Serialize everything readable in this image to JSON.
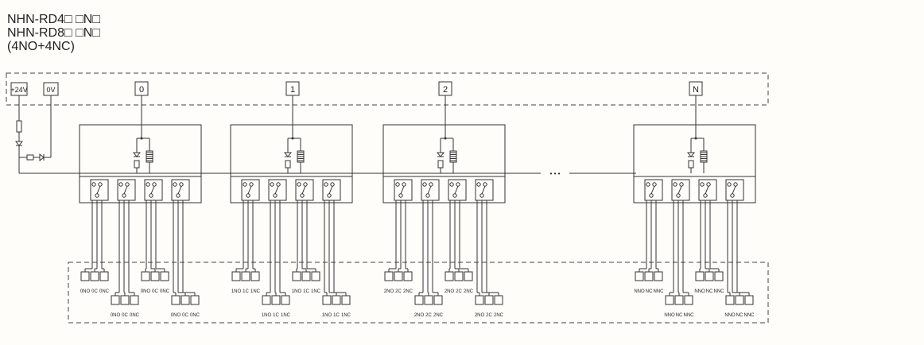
{
  "title_lines": [
    "NHN-RD4□ □N□",
    "NHN-RD8□ □N□",
    "(4NO+4NC)"
  ],
  "supply": {
    "plus": "+24V",
    "zero": "0V"
  },
  "ellipsis": "•  •  •",
  "modules": [
    {
      "id": "0",
      "upper": [
        [
          "0NO",
          "0C",
          "0NC"
        ],
        [
          "0NO",
          "0C",
          "0NC"
        ]
      ],
      "lower": [
        [
          "0NO",
          "0C",
          "0NC"
        ],
        [
          "0NO",
          "0C",
          "0NC"
        ]
      ]
    },
    {
      "id": "1",
      "upper": [
        [
          "1NO",
          "1C",
          "1NC"
        ],
        [
          "1NO",
          "1C",
          "1NC"
        ]
      ],
      "lower": [
        [
          "1NO",
          "1C",
          "1NC"
        ],
        [
          "1NO",
          "1C",
          "1NC"
        ]
      ]
    },
    {
      "id": "2",
      "upper": [
        [
          "2NO",
          "2C",
          "2NC"
        ],
        [
          "2NO",
          "2C",
          "2NC"
        ]
      ],
      "lower": [
        [
          "2NO",
          "2C",
          "2NC"
        ],
        [
          "2NO",
          "2C",
          "2NC"
        ]
      ]
    },
    {
      "id": "N",
      "upper": [
        [
          "NNO",
          "NC",
          "NNC"
        ],
        [
          "NNO",
          "NC",
          "NNC"
        ]
      ],
      "lower": [
        [
          "NNO",
          "NC",
          "NNC"
        ],
        [
          "NNO",
          "NC",
          "NNC"
        ]
      ]
    }
  ]
}
